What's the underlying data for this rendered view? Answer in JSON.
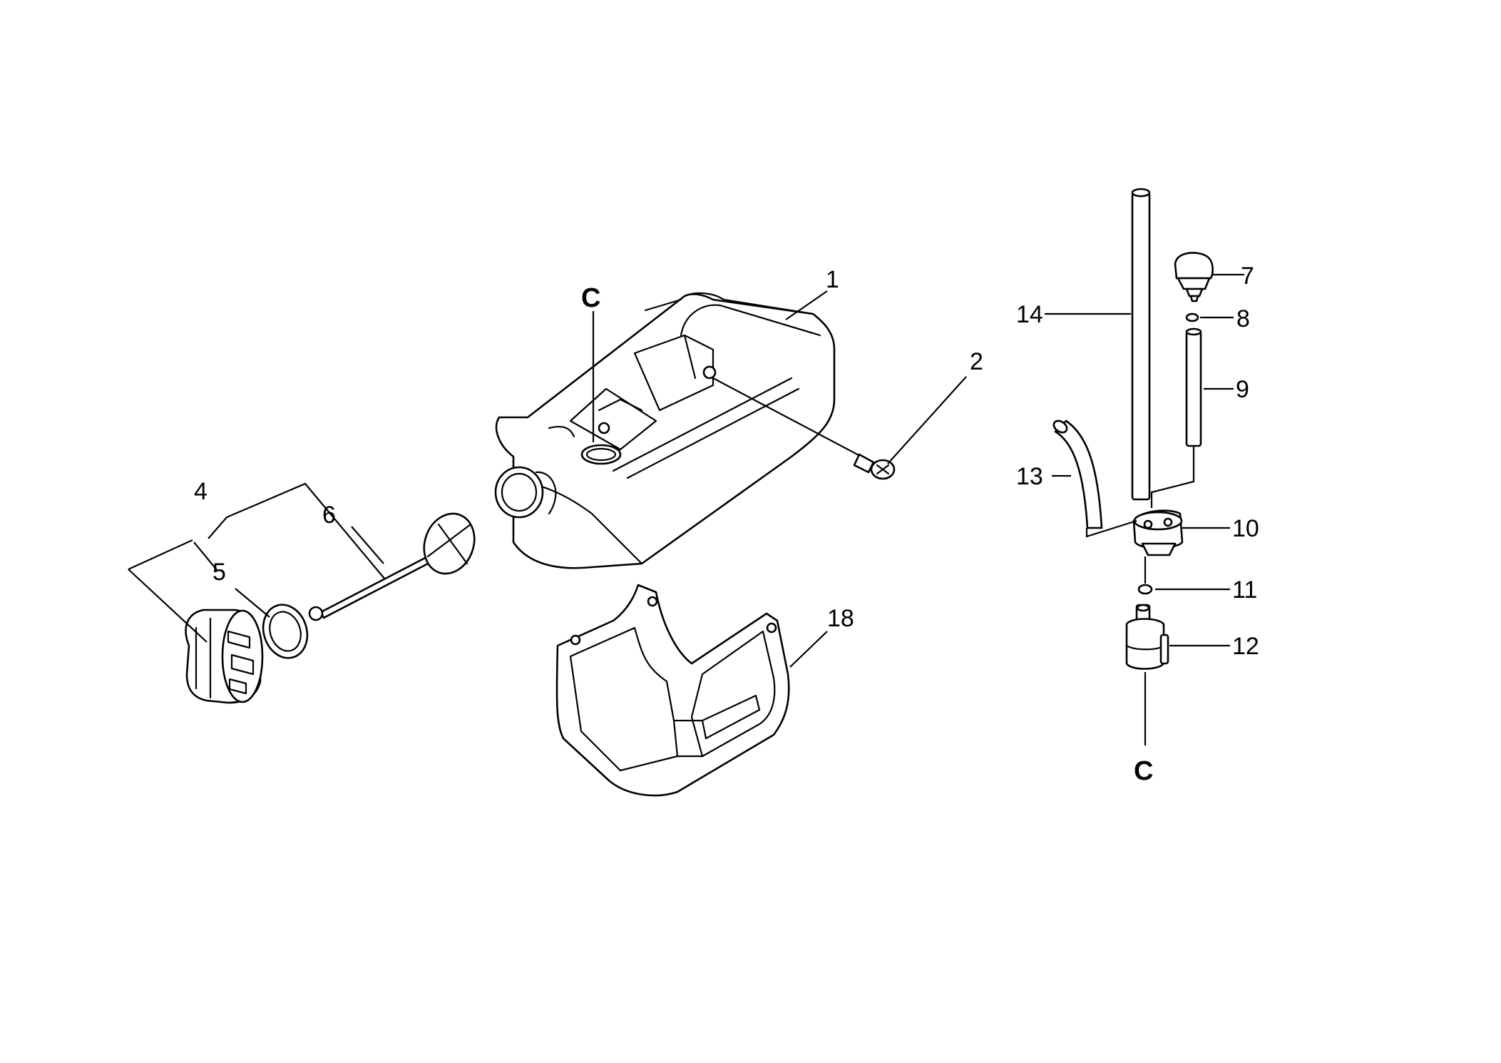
{
  "callouts": {
    "c1": "1",
    "c2": "2",
    "c4": "4",
    "c5": "5",
    "c6": "6",
    "c7": "7",
    "c8": "8",
    "c9": "9",
    "c10": "10",
    "c11": "11",
    "c12": "12",
    "c13": "13",
    "c14": "14",
    "c18": "18"
  },
  "references": {
    "top": "C",
    "bottom": "C"
  }
}
